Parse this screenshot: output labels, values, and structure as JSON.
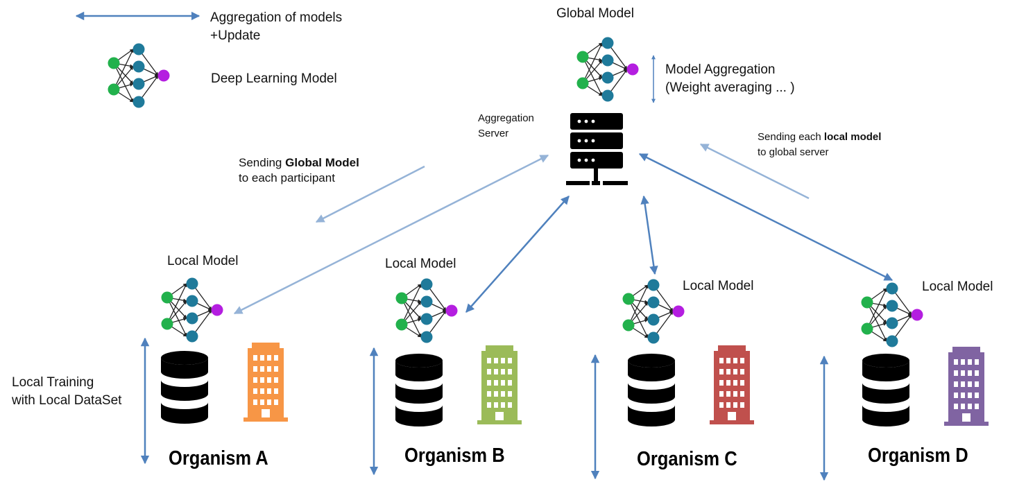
{
  "legend": {
    "aggregation_label_1": "Aggregation of models",
    "aggregation_label_2": "+Update",
    "model_label": "Deep Learning Model"
  },
  "server": {
    "global_model_label": "Global Model",
    "aggregation_label_1": "Model Aggregation",
    "aggregation_label_2": "(Weight averaging ... )",
    "server_label_1": "Aggregation",
    "server_label_2": "Server"
  },
  "flows": {
    "send_global_pre": "Sending ",
    "send_global_bold": "Global Model",
    "send_global_line2": "to each participant",
    "send_local_pre": "Sending each ",
    "send_local_bold": "local model",
    "send_local_line2": "to global server"
  },
  "local_training": {
    "line1": "Local Training",
    "line2": "with Local DataSet"
  },
  "organisms": [
    {
      "local_model_label": "Local Model",
      "name": "Organism A",
      "building_color": "#f79646"
    },
    {
      "local_model_label": "Local Model",
      "name": "Organism B",
      "building_color": "#9bbb59"
    },
    {
      "local_model_label": "Local Model",
      "name": "Organism C",
      "building_color": "#c0504d"
    },
    {
      "local_model_label": "Local Model",
      "name": "Organism D",
      "building_color": "#8064a2"
    }
  ],
  "colors": {
    "arrow": "#4f81bd",
    "arrow_light": "#95b3d7",
    "input_node": "#22b14c",
    "hidden_node": "#1f7a9a",
    "output_node": "#b41ee0",
    "icon_dark": "#000000"
  }
}
